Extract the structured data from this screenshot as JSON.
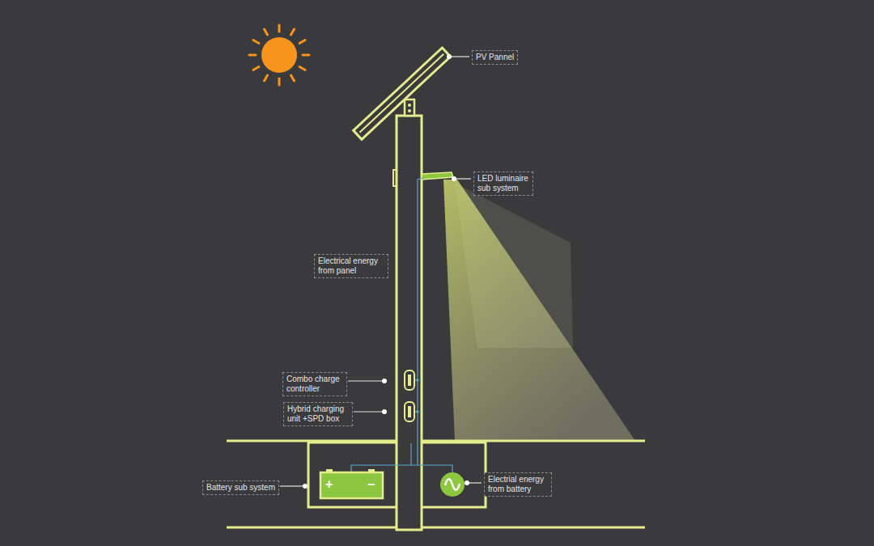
{
  "diagram": {
    "nodes": [
      {
        "text": [
          "PV Pannel"
        ]
      },
      {
        "text": [
          "LED luminaire sub system"
        ]
      },
      {
        "text": [
          "Electrical energy from panel"
        ]
      },
      {
        "text": [
          "Combo charge controller"
        ]
      },
      {
        "text": [
          "Hybrid charging unit +SPD box"
        ]
      },
      {
        "text": [
          "Battery sub system"
        ]
      },
      {
        "text": [
          "Electrial energy from battery"
        ]
      }
    ],
    "labels": [
      "+",
      "−"
    ]
  }
}
